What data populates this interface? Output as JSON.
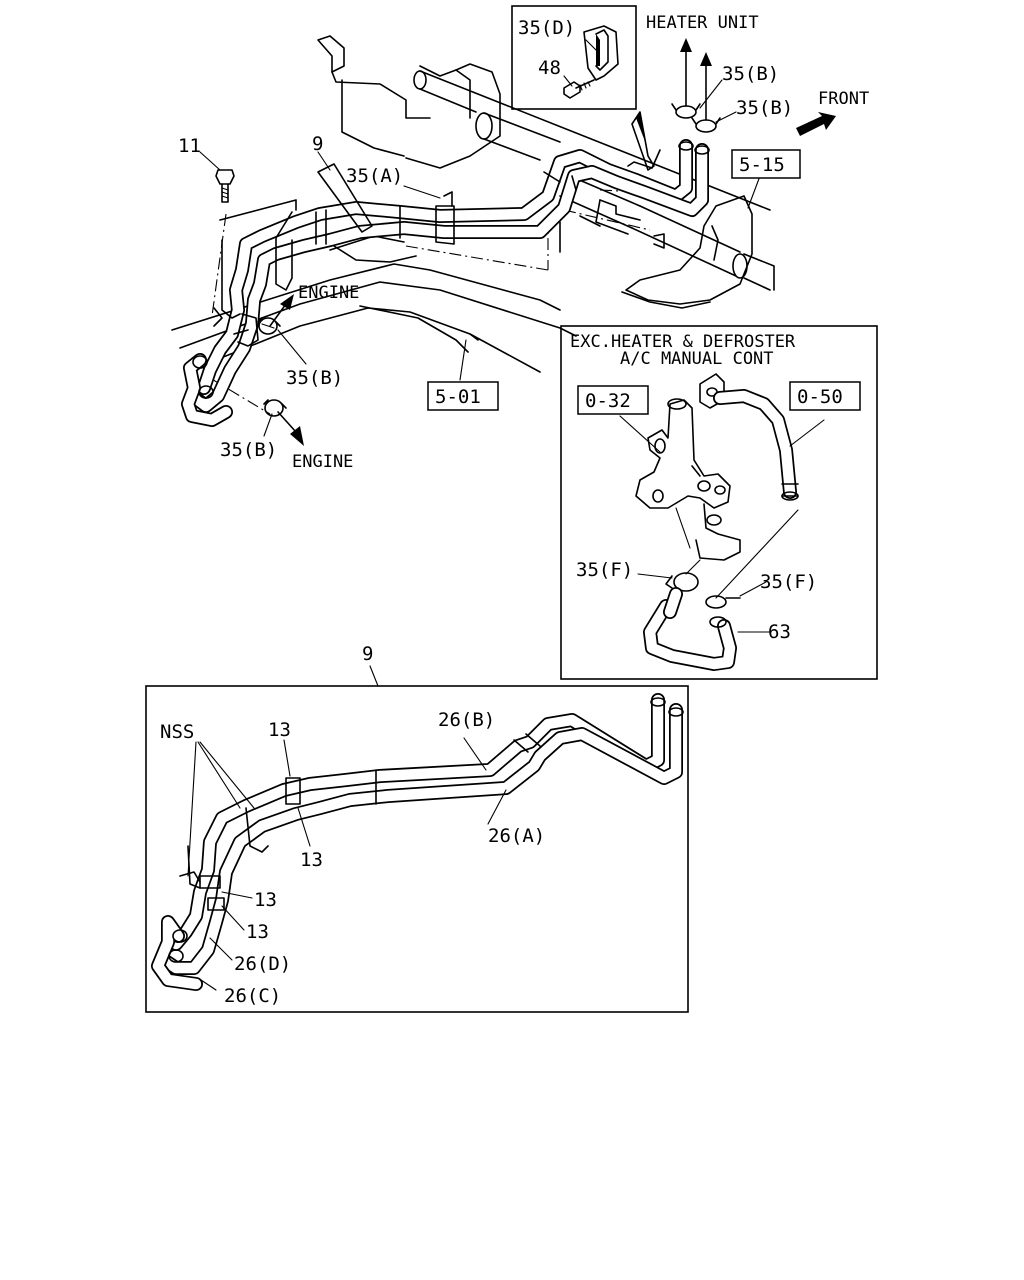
{
  "callouts": {
    "bolt_11": "11",
    "hose_9_top": "9",
    "clamp_35a": "35(A)",
    "clamp_35b_top1": "35(B)",
    "clamp_35b_top2": "35(B)",
    "clamp_35b_engine1": "35(B)",
    "clamp_35b_engine2": "35(B)",
    "clamp_35d": "35(D)",
    "bolt_48": "48",
    "hose_9_detail": "9",
    "nss": "NSS",
    "clip_13_a": "13",
    "clip_13_b": "13",
    "clip_13_c": "13",
    "clip_13_d": "13",
    "pipe_26b": "26(B)",
    "pipe_26a": "26(A)",
    "pipe_26d": "26(D)",
    "pipe_26c": "26(C)",
    "clamp_35f_left": "35(F)",
    "clamp_35f_right": "35(F)",
    "hose_63": "63"
  },
  "directions": {
    "heater_unit": "HEATER UNIT",
    "front": "FRONT",
    "engine_top": "ENGINE",
    "engine_bottom": "ENGINE"
  },
  "references": {
    "ref_5_15": "5-15",
    "ref_5_01": "5-01",
    "ref_0_32": "0-32",
    "ref_0_50": "0-50"
  },
  "inset": {
    "title_line1": "EXC.HEATER & DEFROSTER",
    "title_line2": "A/C MANUAL CONT"
  }
}
